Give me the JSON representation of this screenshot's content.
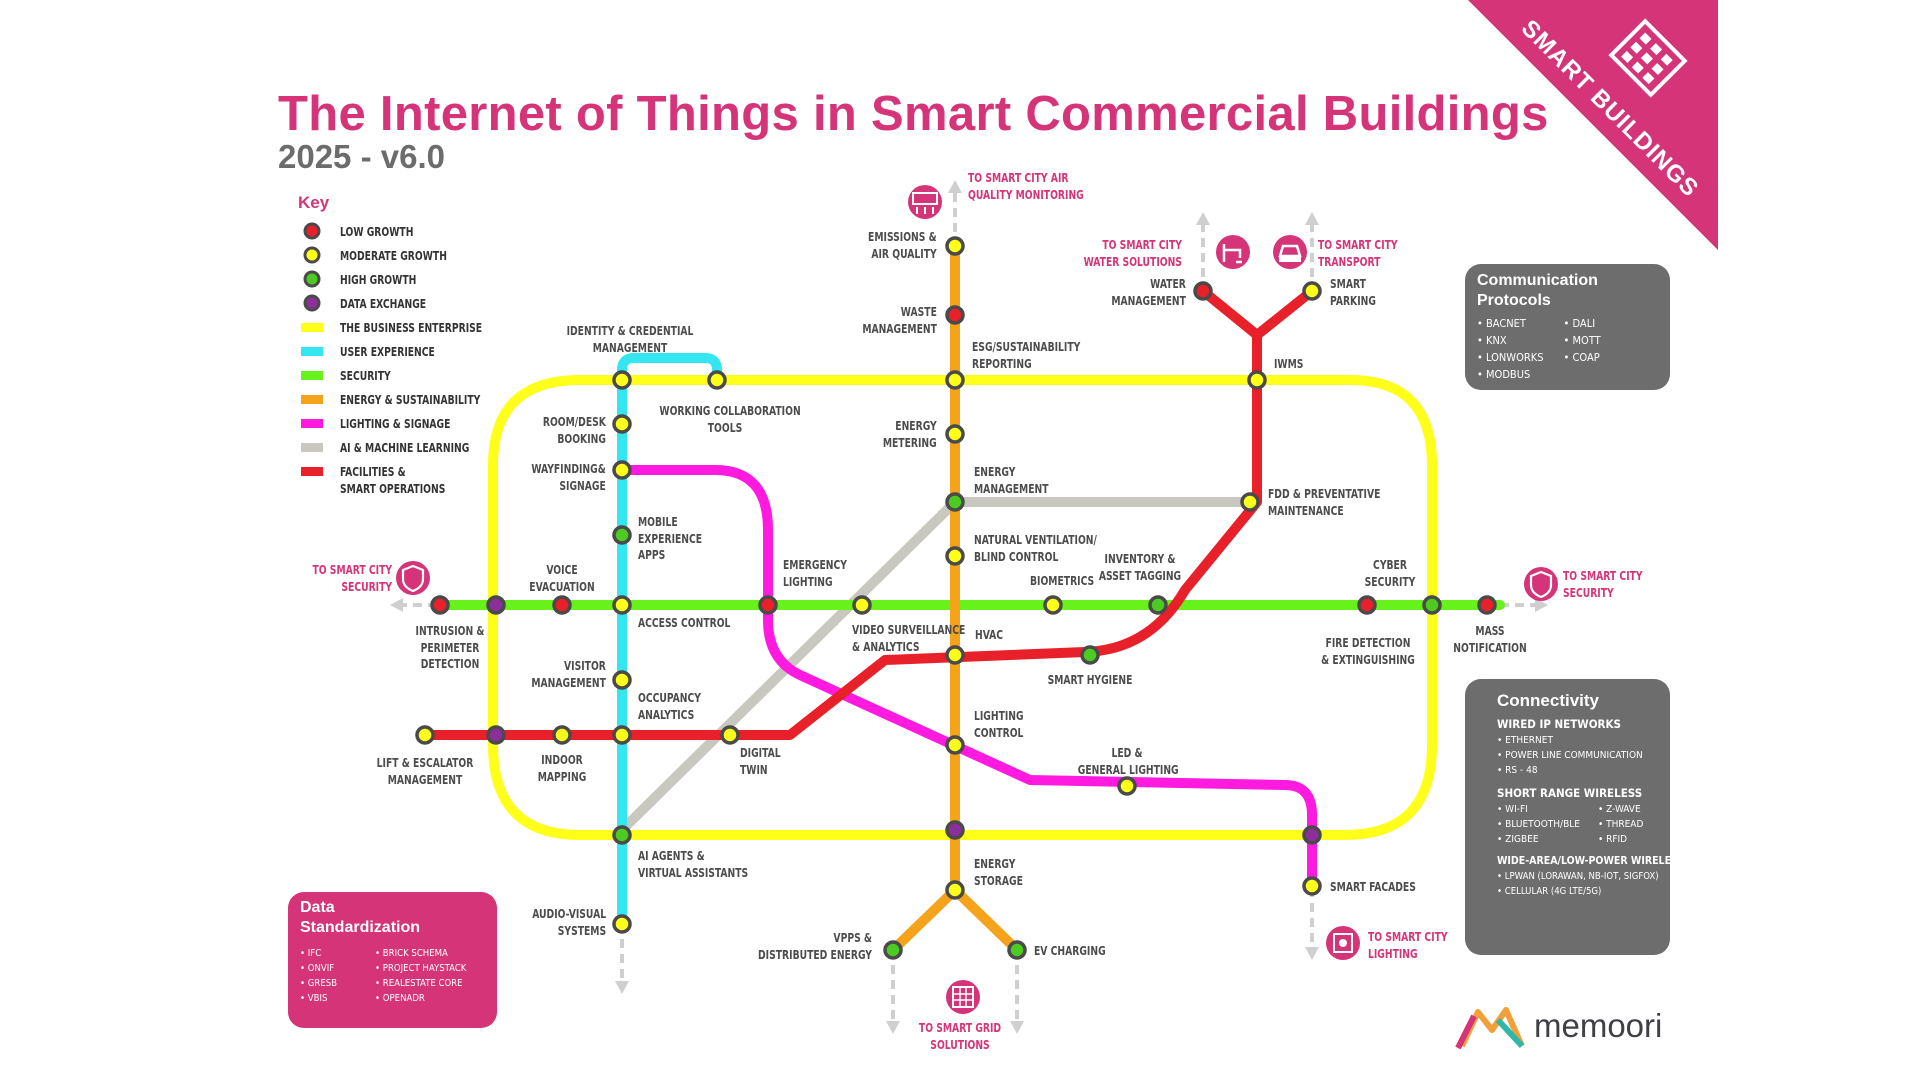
{
  "title": "The Internet of Things in Smart Commercial Buildings",
  "subtitle": "2025 - v6.0",
  "banner": "SMART BUILDINGS",
  "logo": "memoori",
  "colors": {
    "business_enterprise": "#ffff1a",
    "user_experience": "#33e6f0",
    "security": "#66f21a",
    "energy_sustainability": "#f5a31a",
    "lighting_signage": "#ff1ae0",
    "ai_machine_learning": "#c8c8c0",
    "facilities_operations": "#e8202a",
    "brand_pink": "#d63478",
    "panel_gray": "#6d6d6d"
  },
  "key": {
    "title": "Key",
    "items": [
      {
        "label": "LOW GROWTH",
        "symbol": "station-low",
        "color": "#e8202a"
      },
      {
        "label": "MODERATE GROWTH",
        "symbol": "station-moderate",
        "color": "#ffff1a"
      },
      {
        "label": "HIGH GROWTH",
        "symbol": "station-high",
        "color": "#4ccc20"
      },
      {
        "label": "DATA EXCHANGE",
        "symbol": "station-exchange",
        "color": "#8c2f9c"
      },
      {
        "label": "THE BUSINESS ENTERPRISE",
        "symbol": "line",
        "color": "#ffff1a"
      },
      {
        "label": "USER EXPERIENCE",
        "symbol": "line",
        "color": "#33e6f0"
      },
      {
        "label": "SECURITY",
        "symbol": "line",
        "color": "#66f21a"
      },
      {
        "label": "ENERGY & SUSTAINABILITY",
        "symbol": "line",
        "color": "#f5a31a"
      },
      {
        "label": "LIGHTING & SIGNAGE",
        "symbol": "line",
        "color": "#ff1ae0"
      },
      {
        "label": "AI & MACHINE LEARNING",
        "symbol": "line",
        "color": "#c8c8c0"
      },
      {
        "label": "FACILITIES &\nSMART OPERATIONS",
        "symbol": "line",
        "color": "#e8202a"
      }
    ]
  },
  "stations": {
    "emissions": "EMISSIONS &\nAIR QUALITY",
    "waste": "WASTE\nMANAGEMENT",
    "esg": "ESG/SUSTAINABILITY\nREPORTING",
    "identity": "IDENTITY & CREDENTIAL\nMANAGEMENT",
    "collab": "WORKING COLLABORATION\nTOOLS",
    "room": "ROOM/DESK\nBOOKING",
    "wayfinding": "WAYFINDING&\nSIGNAGE",
    "mobile": "MOBILE\nEXPERIENCE\nAPPS",
    "energy_metering": "ENERGY\nMETERING",
    "energy_mgmt": "ENERGY\nMANAGEMENT",
    "ventilation": "NATURAL VENTILATION/\nBLIND CONTROL",
    "emergency": "EMERGENCY\nLIGHTING",
    "voice": "VOICE\nEVACUATION",
    "access": "ACCESS CONTROL",
    "intrusion": "INTRUSION &\nPERIMETER\nDETECTION",
    "biometrics": "BIOMETRICS",
    "inventory": "INVENTORY &\nASSET TAGGING",
    "cyber": "CYBER\nSECURITY",
    "mass": "MASS\nNOTIFICATION",
    "fire": "FIRE DETECTION\n& EXTINGUISHING",
    "video": "VIDEO SURVEILLANCE\n& ANALYTICS",
    "hvac": "HVAC",
    "smart_hygiene": "SMART HYGIENE",
    "visitor": "VISITOR\nMANAGEMENT",
    "occupancy": "OCCUPANCY\nANALYTICS",
    "lift": "LIFT & ESCALATOR\nMANAGEMENT",
    "indoor": "INDOOR\nMAPPING",
    "digital_twin": "DIGITAL\nTWIN",
    "lighting_control": "LIGHTING\nCONTROL",
    "led": "LED &\nGENERAL LIGHTING",
    "ai_agents": "AI AGENTS &\nVIRTUAL ASSISTANTS",
    "energy_storage": "ENERGY\nSTORAGE",
    "audio": "AUDIO-VISUAL\nSYSTEMS",
    "vpps": "VPPS &\nDISTRIBUTED ENERGY",
    "ev": "EV CHARGING",
    "smart_facades": "SMART FACADES",
    "water": "WATER\nMANAGEMENT",
    "parking": "SMART\nPARKING",
    "iwms": "IWMS",
    "fdd": "FDD & PREVENTATIVE\nMAINTENANCE"
  },
  "external": {
    "air_quality": "TO SMART CITY AIR\nQUALITY MONITORING",
    "water": "TO SMART CITY\nWATER SOLUTIONS",
    "transport": "TO SMART CITY\nTRANSPORT",
    "security_left": "TO SMART CITY\nSECURITY",
    "security_right": "TO SMART CITY\nSECURITY",
    "grid": "TO SMART GRID\nSOLUTIONS",
    "lighting": "TO SMART CITY\nLIGHTING"
  },
  "icons": {
    "air_quality": "air-quality-icon",
    "water": "water-tap-icon",
    "transport": "car-icon",
    "security_left": "shield-icon",
    "security_right": "shield-icon",
    "grid": "grid-icon",
    "lighting": "lighting-icon",
    "banner": "building-icon",
    "logo": "memoori-logo-icon"
  },
  "protocols": {
    "title": "Communication\nProtocols",
    "col1": [
      "BACNET",
      "KNX",
      "LONWORKS",
      "MODBUS"
    ],
    "col2": [
      "DALI",
      "MOTT",
      "COAP"
    ]
  },
  "connectivity": {
    "title": "Connectivity",
    "wired_title": "WIRED IP NETWORKS",
    "wired": [
      "ETHERNET",
      "POWER LINE COMMUNICATION",
      "RS - 48"
    ],
    "short_title": "SHORT RANGE WIRELESS",
    "short_col1": [
      "WI-FI",
      "BLUETOOTH/BLE",
      "ZIGBEE"
    ],
    "short_col2": [
      "Z-WAVE",
      "THREAD",
      "RFID"
    ],
    "wide_title": "WIDE-AREA/LOW-POWER WIRELESS",
    "wide": [
      "LPWAN (LORAWAN, NB-IOT, SIGFOX)",
      "CELLULAR (4G LTE/5G)"
    ]
  },
  "data_std": {
    "title": "Data\nStandardization",
    "col1": [
      "IFC",
      "ONVIF",
      "GRESB",
      "VBIS"
    ],
    "col2": [
      "BRICK SCHEMA",
      "PROJECT HAYSTACK",
      "REALESTATE CORE",
      "OPENADR"
    ]
  }
}
